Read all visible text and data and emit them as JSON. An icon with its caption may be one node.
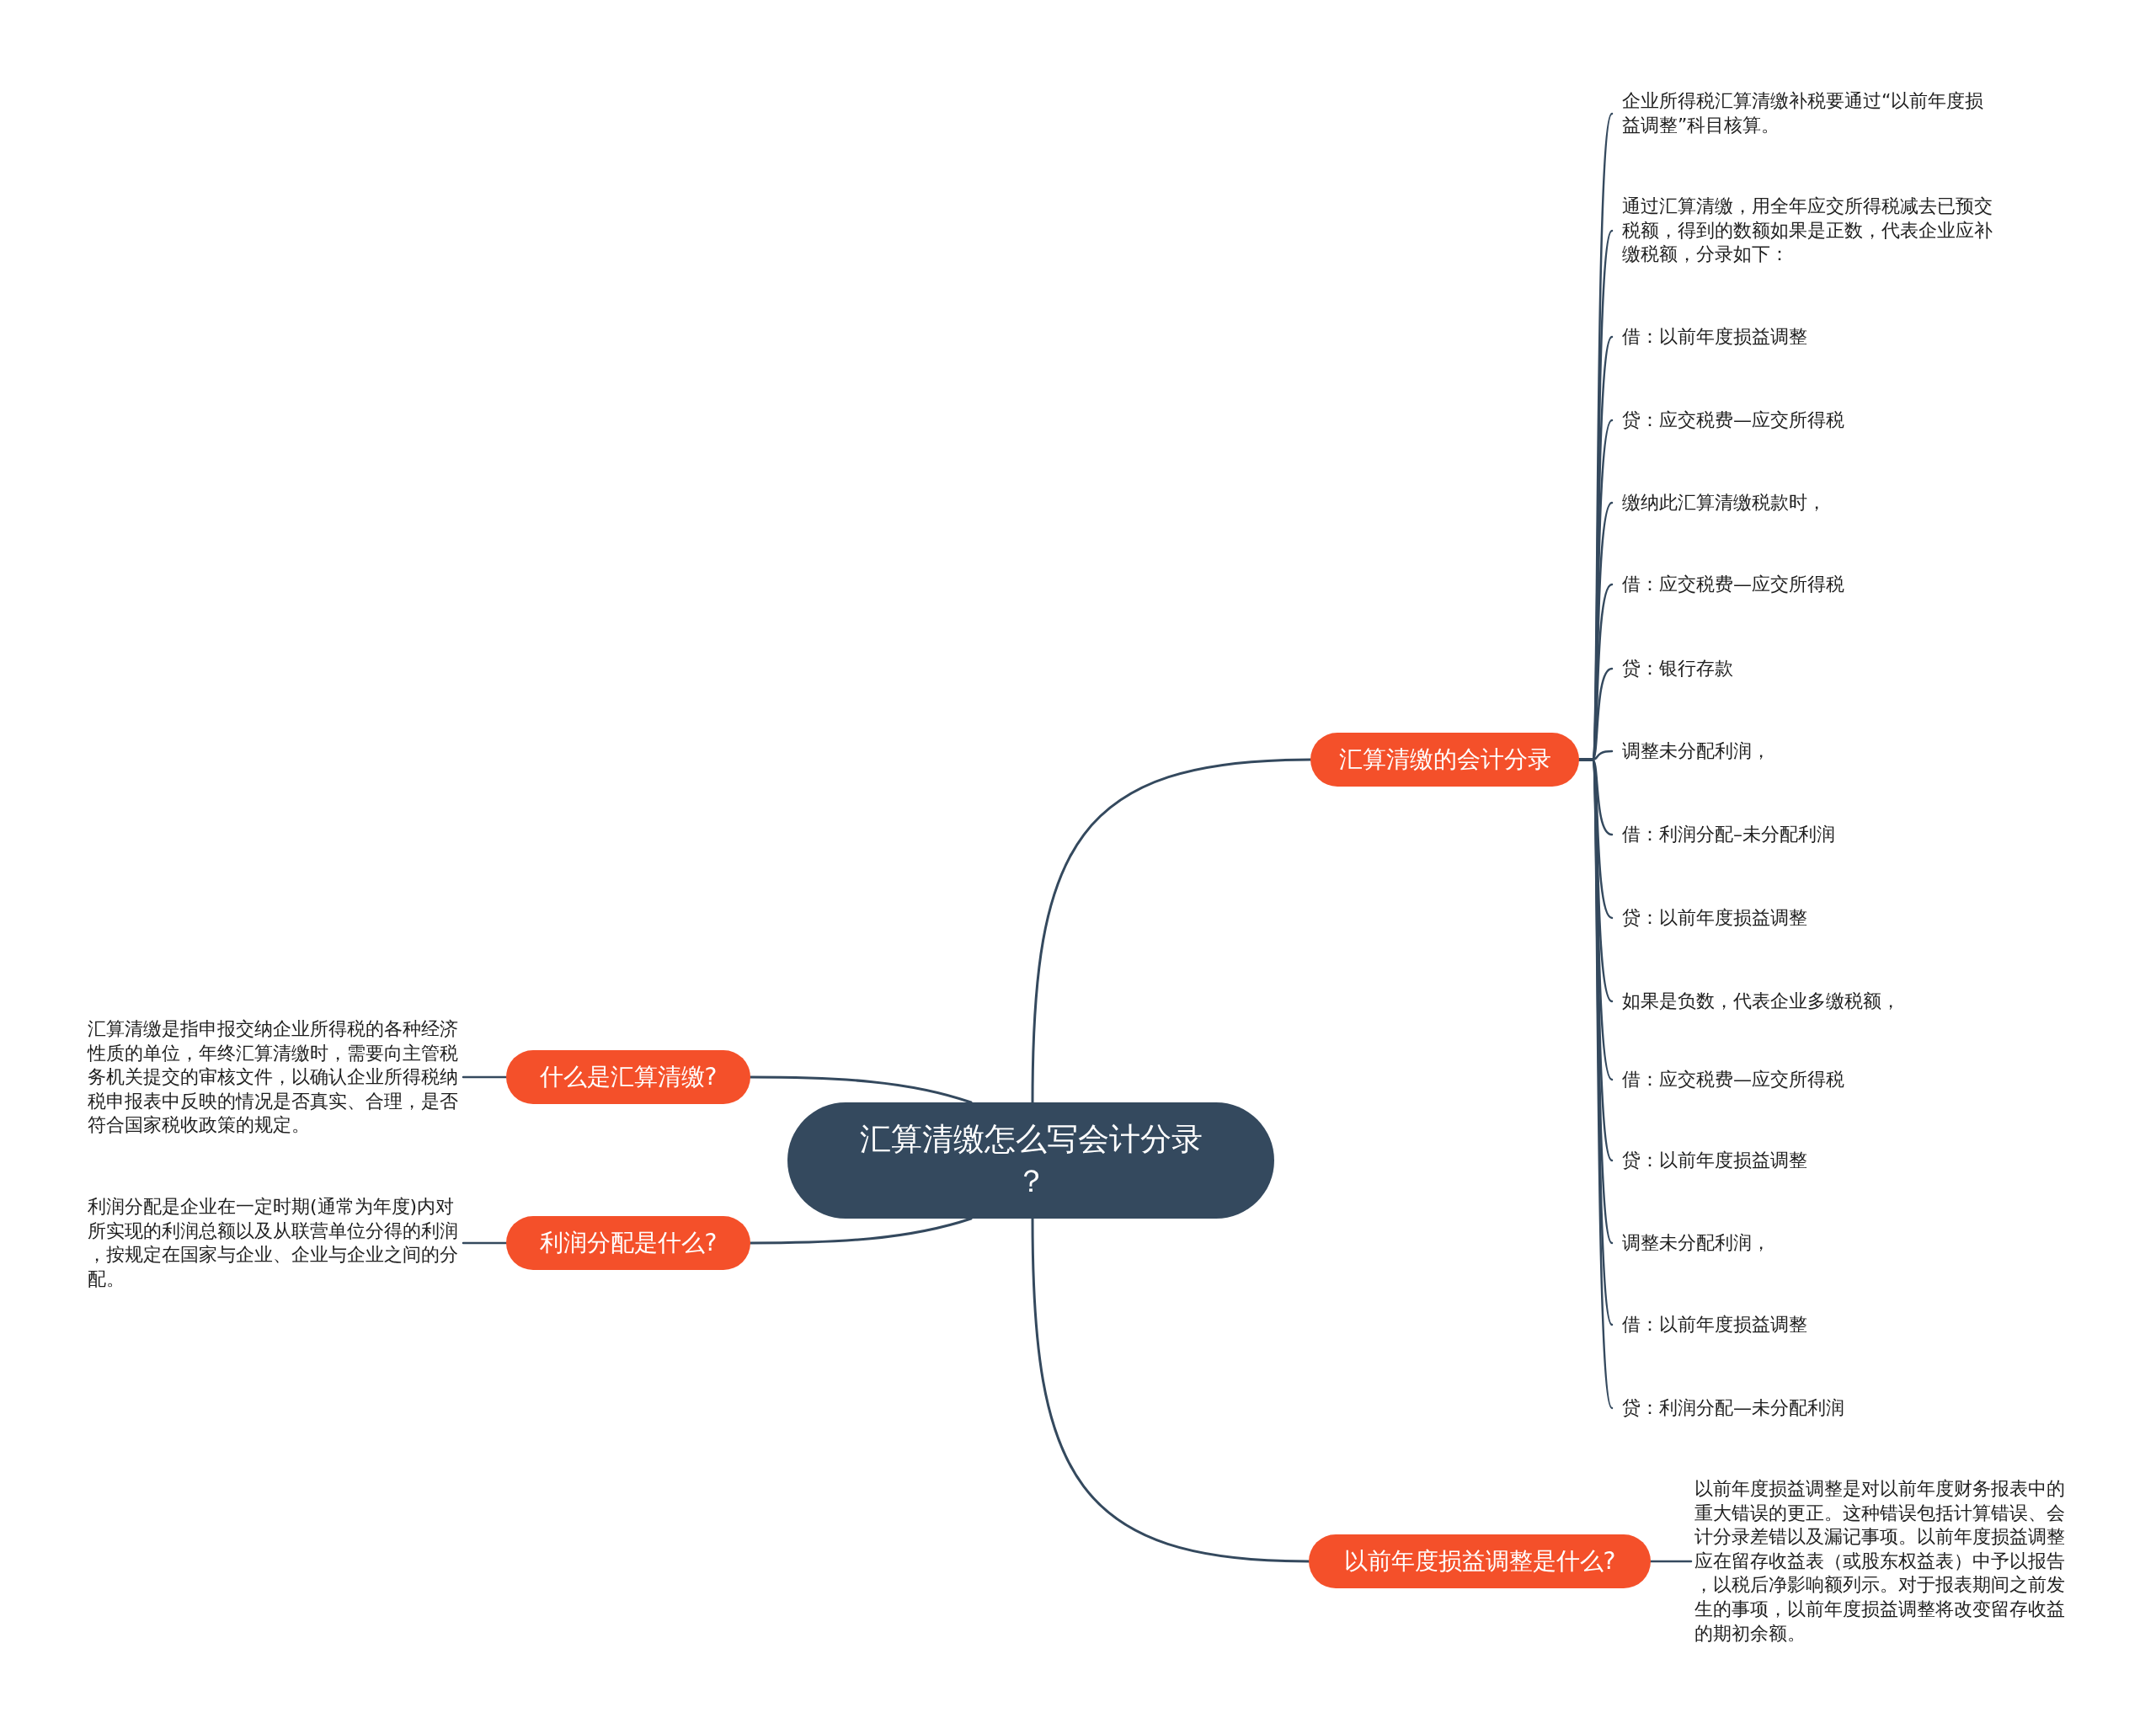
{
  "diagram": {
    "nodes": [
      {
        "text": [
          "汇算清缴怎么写会计分录？"
        ]
      },
      {
        "text": [
          "汇算清缴的会计分录"
        ]
      },
      {
        "text": [
          "企业所得税汇算清缴补税要通过“以前年度损益调整”科目核算。"
        ]
      },
      {
        "text": [
          "通过汇算清缴，用全年应交所得税减去已预交税额，得到的数额如果是正数，代表企业应补缴税额，分录如下："
        ]
      },
      {
        "text": [
          "借：以前年度损益调整"
        ]
      },
      {
        "text": [
          "贷：应交税费—应交所得税"
        ]
      },
      {
        "text": [
          "缴纳此汇算清缴税款时，"
        ]
      },
      {
        "text": [
          "借：应交税费—应交所得税"
        ]
      },
      {
        "text": [
          "贷：银行存款"
        ]
      },
      {
        "text": [
          "调整未分配利润，"
        ]
      },
      {
        "text": [
          "借：利润分配–未分配利润"
        ]
      },
      {
        "text": [
          "贷：以前年度损益调整"
        ]
      },
      {
        "text": [
          "如果是负数，代表企业多缴税额，"
        ]
      },
      {
        "text": [
          "借：应交税费—应交所得税"
        ]
      },
      {
        "text": [
          "贷：以前年度损益调整"
        ]
      },
      {
        "text": [
          "调整未分配利润，"
        ]
      },
      {
        "text": [
          "借：以前年度损益调整"
        ]
      },
      {
        "text": [
          "贷：利润分配—未分配利润"
        ]
      },
      {
        "text": [
          "什么是汇算清缴?"
        ]
      },
      {
        "text": [
          "汇算清缴是指申报交纳企业所得税的各种经济性质的单位，年终汇算清缴时，需要向主管税务机关提交的审核文件，以确认企业所得税纳税申报表中反映的情况是否真实、合理，是否符合国家税收政策的规定。"
        ]
      },
      {
        "text": [
          "利润分配是什么?"
        ]
      },
      {
        "text": [
          "利润分配是企业在一定时期(通常为年度)内对所实现的利润总额以及从联营单位分得的利润，按规定在国家与企业、企业与企业之间的分配。"
        ]
      },
      {
        "text": [
          "以前年度损益调整是什么?"
        ]
      },
      {
        "text": [
          "以前年度损益调整是对以前年度财务报表中的重大错误的更正。这种错误包括计算错误、会计分录差错以及漏记事项。以前年度损益调整应在留存收益表（或股东权益表）中予以报告，以税后净影响额列示。对于报表期间之前发生的事项，以前年度损益调整将改变留存收益的期初余额。"
        ]
      }
    ],
    "edges": [
      {
        "from": 0,
        "to": 1,
        "arrow": "none"
      },
      {
        "from": 1,
        "to": 2,
        "arrow": "none"
      },
      {
        "from": 1,
        "to": 3,
        "arrow": "none"
      },
      {
        "from": 1,
        "to": 4,
        "arrow": "none"
      },
      {
        "from": 1,
        "to": 5,
        "arrow": "none"
      },
      {
        "from": 1,
        "to": 6,
        "arrow": "none"
      },
      {
        "from": 1,
        "to": 7,
        "arrow": "none"
      },
      {
        "from": 1,
        "to": 8,
        "arrow": "none"
      },
      {
        "from": 1,
        "to": 9,
        "arrow": "none"
      },
      {
        "from": 1,
        "to": 10,
        "arrow": "none"
      },
      {
        "from": 1,
        "to": 11,
        "arrow": "none"
      },
      {
        "from": 1,
        "to": 12,
        "arrow": "none"
      },
      {
        "from": 1,
        "to": 13,
        "arrow": "none"
      },
      {
        "from": 1,
        "to": 14,
        "arrow": "none"
      },
      {
        "from": 1,
        "to": 15,
        "arrow": "none"
      },
      {
        "from": 1,
        "to": 16,
        "arrow": "none"
      },
      {
        "from": 1,
        "to": 17,
        "arrow": "none"
      },
      {
        "from": 0,
        "to": 18,
        "arrow": "none"
      },
      {
        "from": 18,
        "to": 19,
        "arrow": "none"
      },
      {
        "from": 0,
        "to": 20,
        "arrow": "none"
      },
      {
        "from": 20,
        "to": 21,
        "arrow": "none"
      },
      {
        "from": 0,
        "to": 22,
        "arrow": "none"
      },
      {
        "from": 22,
        "to": 23,
        "arrow": "none"
      }
    ]
  }
}
